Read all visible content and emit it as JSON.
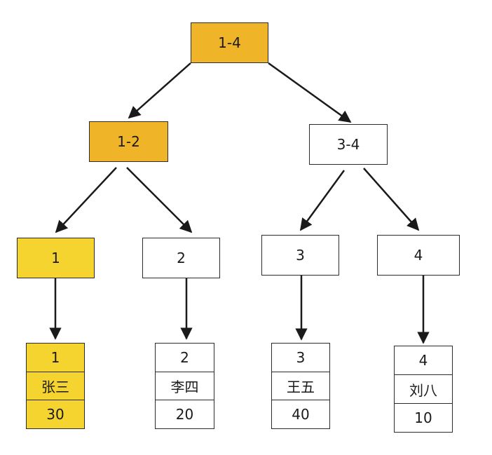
{
  "colors": {
    "highlight_dark": "#f0b429",
    "highlight_light": "#f5d430",
    "plain": "#ffffff",
    "line": "#1a1a1a"
  },
  "tree": {
    "root": {
      "label": "1-4",
      "highlighted": true
    },
    "level1": [
      {
        "label": "1-2",
        "highlighted": true
      },
      {
        "label": "3-4",
        "highlighted": false
      }
    ],
    "leaves": [
      {
        "label": "1",
        "highlighted": true
      },
      {
        "label": "2",
        "highlighted": false
      },
      {
        "label": "3",
        "highlighted": false
      },
      {
        "label": "4",
        "highlighted": false
      }
    ],
    "records": [
      {
        "id": "1",
        "name": "张三",
        "value": "30",
        "highlighted": true
      },
      {
        "id": "2",
        "name": "李四",
        "value": "20",
        "highlighted": false
      },
      {
        "id": "3",
        "name": "王五",
        "value": "40",
        "highlighted": false
      },
      {
        "id": "4",
        "name": "刘八",
        "value": "10",
        "highlighted": false
      }
    ]
  }
}
